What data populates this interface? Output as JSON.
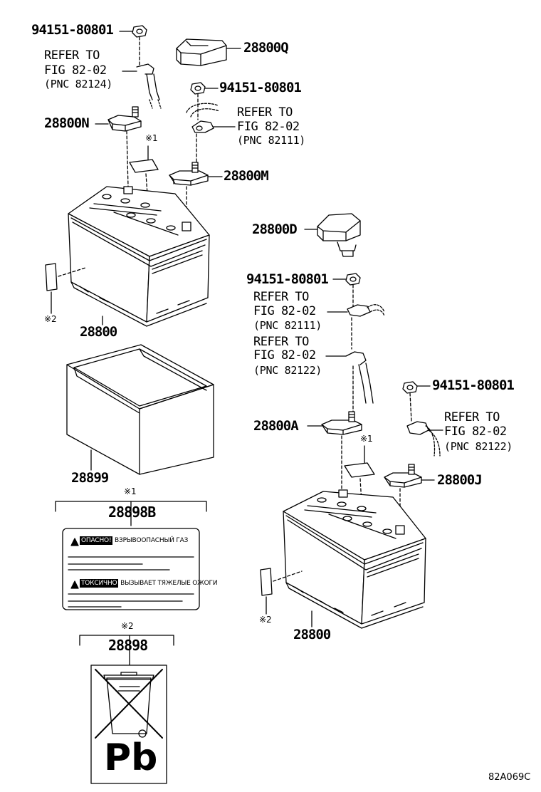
{
  "labels": {
    "nut_1": "94151-80801",
    "nut_2": "94151-80801",
    "nut_3": "94151-80801",
    "nut_4": "94151-80801",
    "p_28800Q": "28800Q",
    "p_28800N": "28800N",
    "p_28800M": "28800M",
    "p_28800D": "28800D",
    "p_28800A": "28800A",
    "p_28800J": "28800J",
    "p_28800_left": "28800",
    "p_28800_right": "28800",
    "p_28899": "28899",
    "p_28898B": "28898B",
    "p_28898": "28898"
  },
  "refs": [
    {
      "line1": "REFER TO",
      "line2": "FIG 82-02",
      "line3": "(PNC 82124)"
    },
    {
      "line1": "REFER TO",
      "line2": "FIG 82-02",
      "line3": "(PNC 82111)"
    },
    {
      "line1": "REFER TO",
      "line2": "FIG 82-02",
      "line3": "(PNC 82111)"
    },
    {
      "line1": "REFER TO",
      "line2": "FIG 82-02",
      "line3": "(PNC 82122)"
    },
    {
      "line1": "REFER TO",
      "line2": "FIG 82-02",
      "line3": "(PNC 82122)"
    }
  ],
  "marks": {
    "note1_a": "※1",
    "note1_b": "※1",
    "note1_c": "※1",
    "note2_a": "※2",
    "note2_b": "※2",
    "note2_c": "※2"
  },
  "warning_label": {
    "danger_word": "ОПАСНО!",
    "danger_text": "ВЗРЫВООПАСНЫЙ ГАЗ",
    "toxic_word": "ТОКСИЧНО",
    "toxic_text": "ВЫЗЫВАЕТ ТЯЖЕЛЫЕ ОЖОГИ"
  },
  "recycle_label": {
    "symbol": "Pb"
  },
  "diagram_code": "82A069C"
}
